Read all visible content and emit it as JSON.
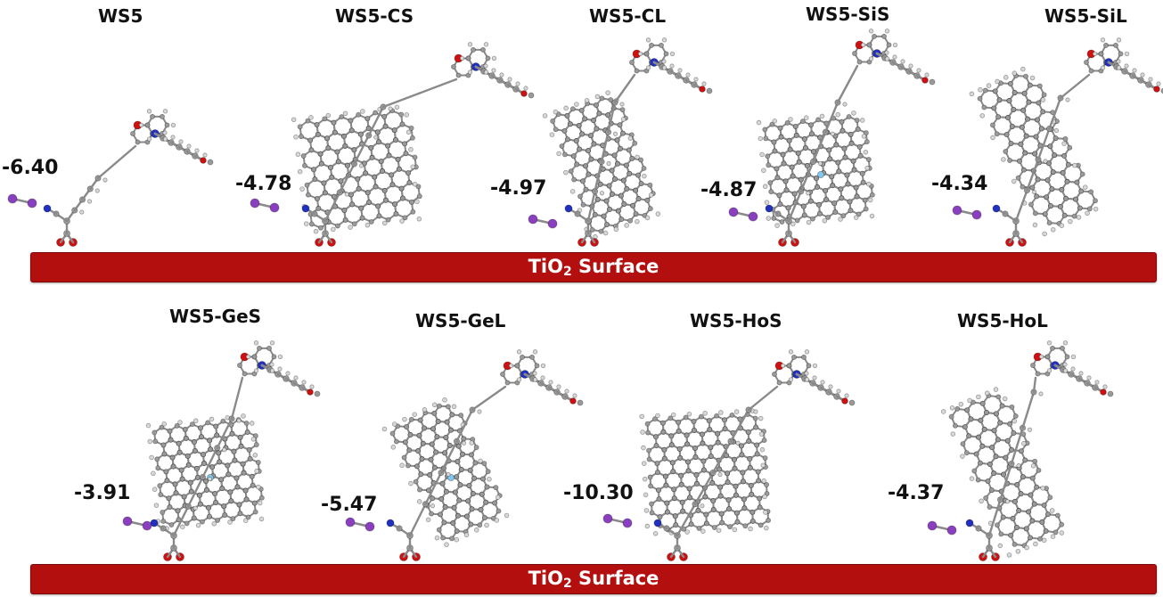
{
  "colors": {
    "surface": "#b40f0f",
    "carbon": "#9a9a9a",
    "hydrogen": "#d8d8d8",
    "oxygen": "#d01010",
    "nitrogen": "#2030c0",
    "iodine": "#8a3fc0",
    "dopant": "#7fc8f0"
  },
  "surfaces": [
    {
      "prefix": "TiO",
      "sub": "2",
      "suffix": " Surface"
    },
    {
      "prefix": "TiO",
      "sub": "2",
      "suffix": " Surface"
    }
  ],
  "structures": [
    {
      "name": "WS5",
      "energy": "-6.40",
      "sheet": "none",
      "dopant": false
    },
    {
      "name": "WS5-CS",
      "energy": "-4.78",
      "sheet": "small",
      "dopant": false
    },
    {
      "name": "WS5-CL",
      "energy": "-4.97",
      "sheet": "long",
      "dopant": false
    },
    {
      "name": "WS5-SiS",
      "energy": "-4.87",
      "sheet": "small",
      "dopant": true
    },
    {
      "name": "WS5-SiL",
      "energy": "-4.34",
      "sheet": "long",
      "dopant": false
    },
    {
      "name": "WS5-GeS",
      "energy": "-3.91",
      "sheet": "small",
      "dopant": true
    },
    {
      "name": "WS5-GeL",
      "energy": "-5.47",
      "sheet": "long",
      "dopant": true
    },
    {
      "name": "WS5-HoS",
      "energy": "-10.30",
      "sheet": "small",
      "dopant": false
    },
    {
      "name": "WS5-HoL",
      "energy": "-4.37",
      "sheet": "long",
      "dopant": false
    }
  ]
}
